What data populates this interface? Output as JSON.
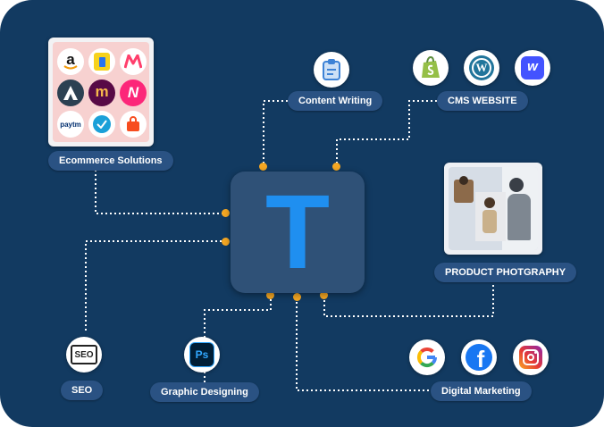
{
  "hub": {
    "letter": "T",
    "accent": "#1f8ff0"
  },
  "services": {
    "ecommerce": "Ecommerce Solutions",
    "content_writing": "Content Writing",
    "cms_website": "CMS WEBSITE",
    "product_photography": "PRODUCT PHOTGRAPHY",
    "seo": "SEO",
    "graphic_designing": "Graphic Designing",
    "digital_marketing": "Digital Marketing"
  },
  "icons": {
    "content_writing": "clipboard-icon",
    "cms": [
      "shopify-icon",
      "wordpress-icon",
      "webflow-icon"
    ],
    "seo": "seo-icon",
    "graphic_designing": "photoshop-icon",
    "digital_marketing": [
      "google-icon",
      "facebook-icon",
      "instagram-icon"
    ]
  },
  "ecommerce_logos": [
    "amazon-logo",
    "flipkart-logo",
    "myntra-logo",
    "ajio-logo",
    "meesho-logo",
    "nykaa-logo",
    "paytm-logo",
    "jiomart-logo",
    "shopsy-logo"
  ],
  "logo_text": {
    "amazon": "a",
    "meesho": "m",
    "nykaa": "N",
    "paytm": "paytm",
    "seo": "SEO",
    "photoshop": "Ps",
    "google": "G",
    "facebook": "f",
    "wordpress": "W",
    "webflow": "w"
  },
  "colors": {
    "background": "#123a61",
    "pill": "#2a5283",
    "connector_dot": "#f6a823",
    "connector_line": "#ffffff"
  }
}
